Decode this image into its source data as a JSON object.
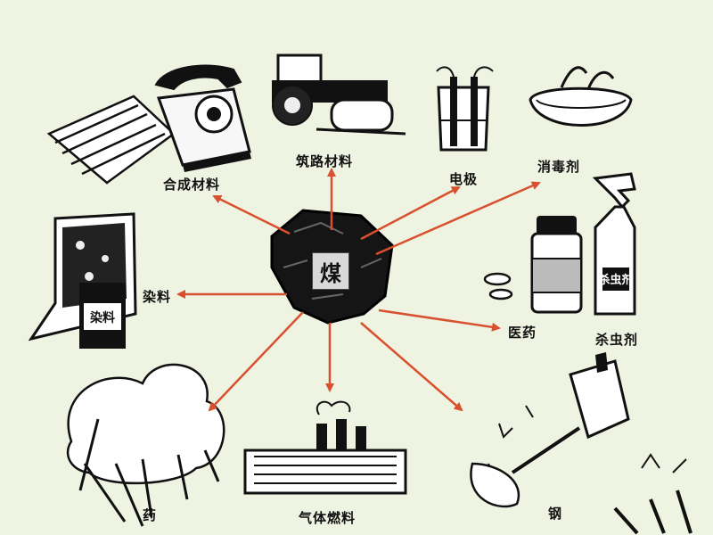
{
  "center": {
    "label": "煤"
  },
  "products": {
    "synthetic_materials": "合成材料",
    "road_materials": "筑路材料",
    "electrode": "电极",
    "disinfectant": "消毒剂",
    "dye": "染料",
    "medicine": "医药",
    "insecticide": "杀虫剂",
    "explosive": "药",
    "gas_fuel": "气体燃料",
    "steel": "钢"
  },
  "item_labels": {
    "dye_bag": "染料",
    "spray_bottle": "杀虫剂"
  },
  "colors": {
    "arrow": "#d9502e",
    "ink": "#111111",
    "background": "#eef3e2"
  }
}
